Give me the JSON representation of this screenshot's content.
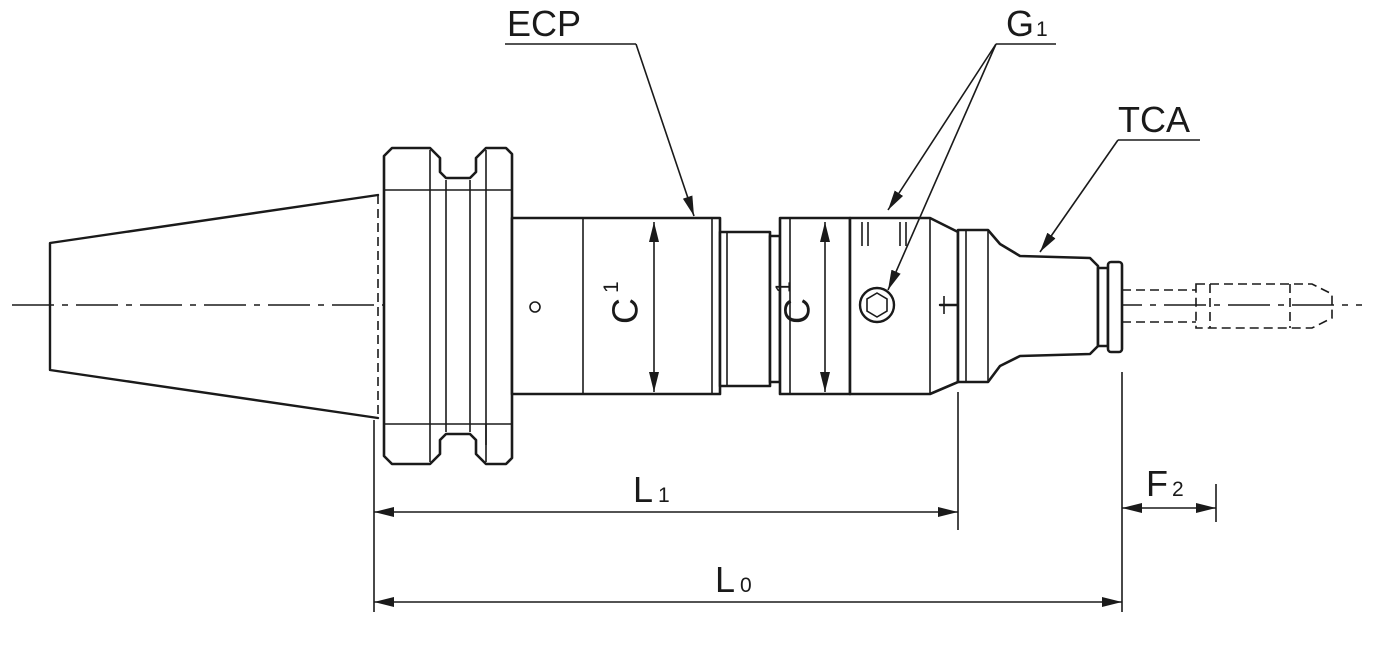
{
  "callouts": {
    "ecp": "ECP",
    "g1_main": "G",
    "g1_sub": "1",
    "tca": "TCA"
  },
  "dimensions": {
    "c1_a_main": "C",
    "c1_a_sub": "1",
    "c1_b_main": "C",
    "c1_b_sub": "1",
    "l1_main": "L",
    "l1_sub": "1",
    "l0_main": "L",
    "l0_sub": "0",
    "f2_main": "F",
    "f2_sub": "2"
  }
}
